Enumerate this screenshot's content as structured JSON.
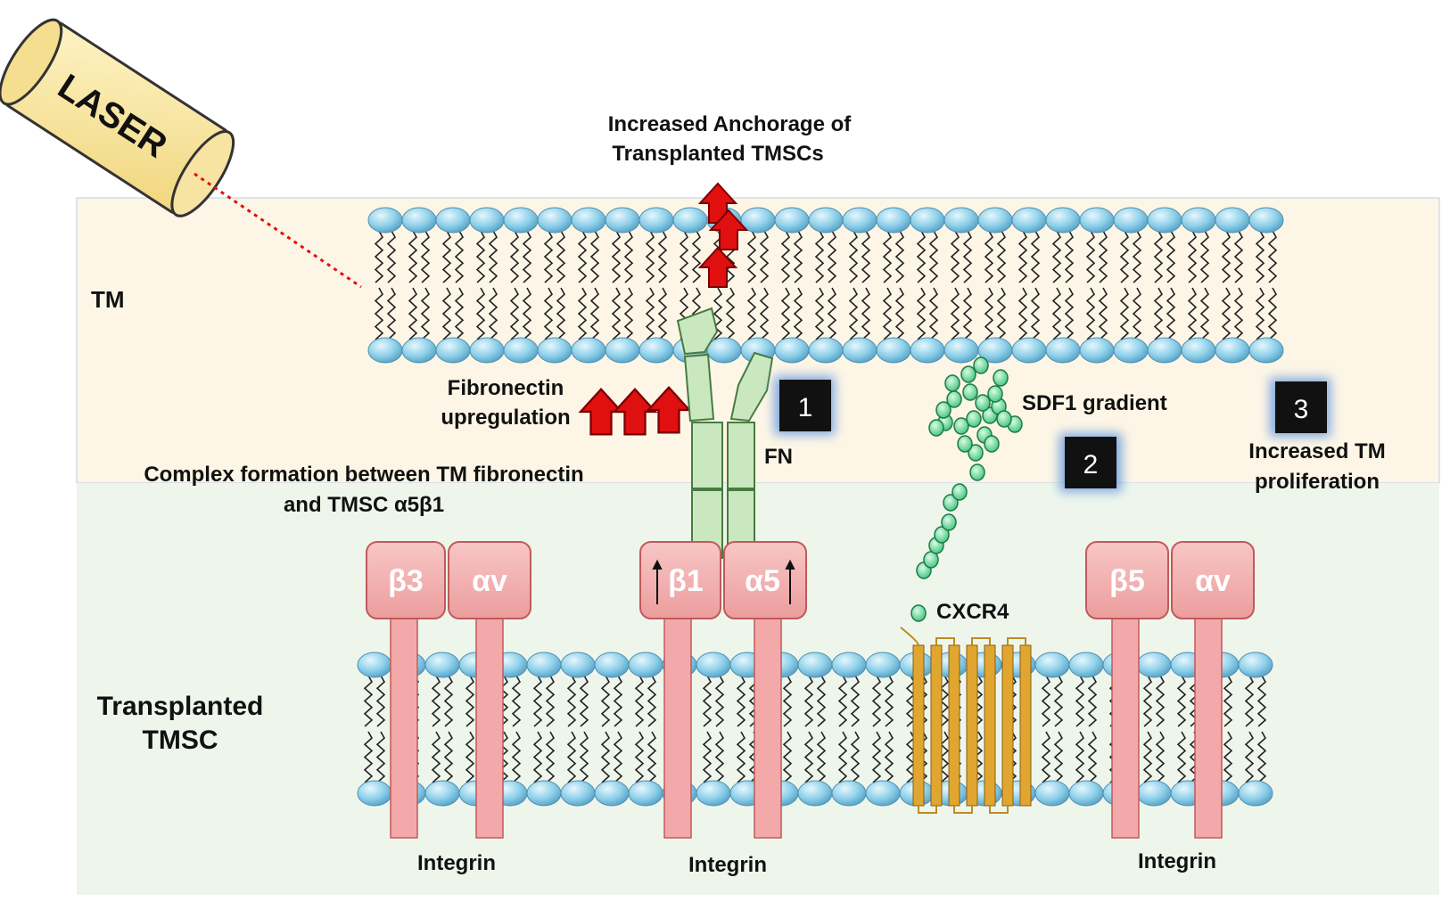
{
  "laser": {
    "label": "LASER"
  },
  "top_note": {
    "line1": "Increased Anchorage of",
    "line2": "Transplanted TMSCs"
  },
  "regions": {
    "tm": "TM",
    "tmsc_line1": "Transplanted",
    "tmsc_line2": "TMSC"
  },
  "fibronectin": {
    "line1": "Fibronectin",
    "line2": "upregulation",
    "fn_label": "FN"
  },
  "complex": {
    "line1": "Complex formation between TM fibronectin",
    "line2": "and TMSC α5β1"
  },
  "steps": [
    {
      "number": "1"
    },
    {
      "number": "2",
      "label": "SDF1 gradient"
    },
    {
      "number": "3",
      "label_line1": "Increased TM",
      "label_line2": "proliferation"
    }
  ],
  "integrins": [
    {
      "beta": "β3",
      "alpha": "αv",
      "label": "Integrin"
    },
    {
      "beta": "β1",
      "alpha": "α5",
      "label": "Integrin"
    },
    {
      "beta": "β5",
      "alpha": "αv",
      "label": "Integrin"
    }
  ],
  "receptor": {
    "label": "CXCR4"
  },
  "colors": {
    "tm_band": "#fdf6e6",
    "tmsc_band": "#eef6ec",
    "lipid_head": "#8fd0ea",
    "integrin": "#f3a9a9",
    "integrin_stroke": "#c05a5a",
    "fibronectin": "#c9e8c0",
    "cxcr4": "#e0a630",
    "sdf1": "#7ee0a8",
    "arrow_red": "#e01010",
    "laser_body": "#fbeaa6",
    "step_box": "#111111",
    "step_glow": "#7fa8e0"
  }
}
